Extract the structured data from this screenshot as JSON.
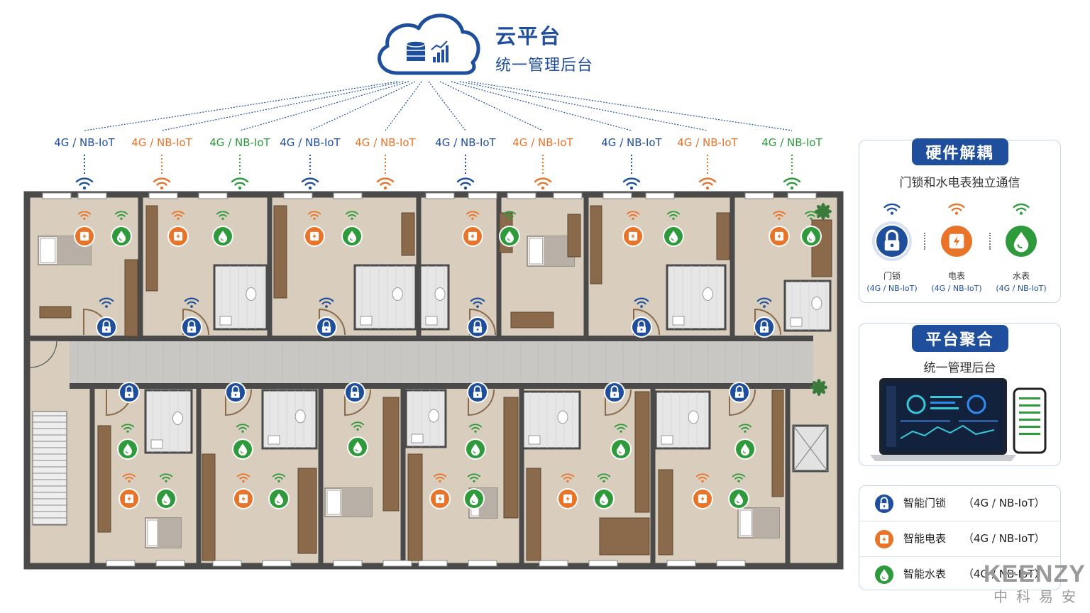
{
  "cloud": {
    "title": "云平台",
    "subtitle": "统一管理后台"
  },
  "protocol_label": "4G / NB-IoT",
  "protocol_colors": [
    "blue",
    "orange",
    "green",
    "blue",
    "orange",
    "blue",
    "orange",
    "blue",
    "orange",
    "green"
  ],
  "colors": {
    "blue": "#1f4f9c",
    "orange": "#e8742a",
    "green": "#2e9a3c",
    "wall": "#4a4a4a",
    "floor": "#d9cdbd",
    "corridor": "#c9c7c3"
  },
  "icons": {
    "lock": "lock-icon",
    "meter": "power-meter-icon",
    "water": "water-drop-icon",
    "signal": "wifi-signal-icon"
  },
  "panel_decouple": {
    "title": "硬件解耦",
    "subtitle": "门锁和水电表独立通信",
    "devices": [
      {
        "label": "门锁",
        "proto": "(4G / NB-IoT)",
        "kind": "lock"
      },
      {
        "label": "电表",
        "proto": "(4G / NB-IoT)",
        "kind": "meter"
      },
      {
        "label": "水表",
        "proto": "(4G / NB-IoT)",
        "kind": "water"
      }
    ]
  },
  "panel_platform": {
    "title": "平台聚合",
    "subtitle": "统一管理后台"
  },
  "legend": [
    {
      "name": "智能门锁",
      "proto": "（4G / NB-IoT）",
      "kind": "lock"
    },
    {
      "name": "智能电表",
      "proto": "（4G / NB-IoT）",
      "kind": "meter"
    },
    {
      "name": "智能水表",
      "proto": "（4G / NB-IoT）",
      "kind": "water"
    }
  ],
  "brand": {
    "name": "KEENZY",
    "cn": "中科易安"
  }
}
